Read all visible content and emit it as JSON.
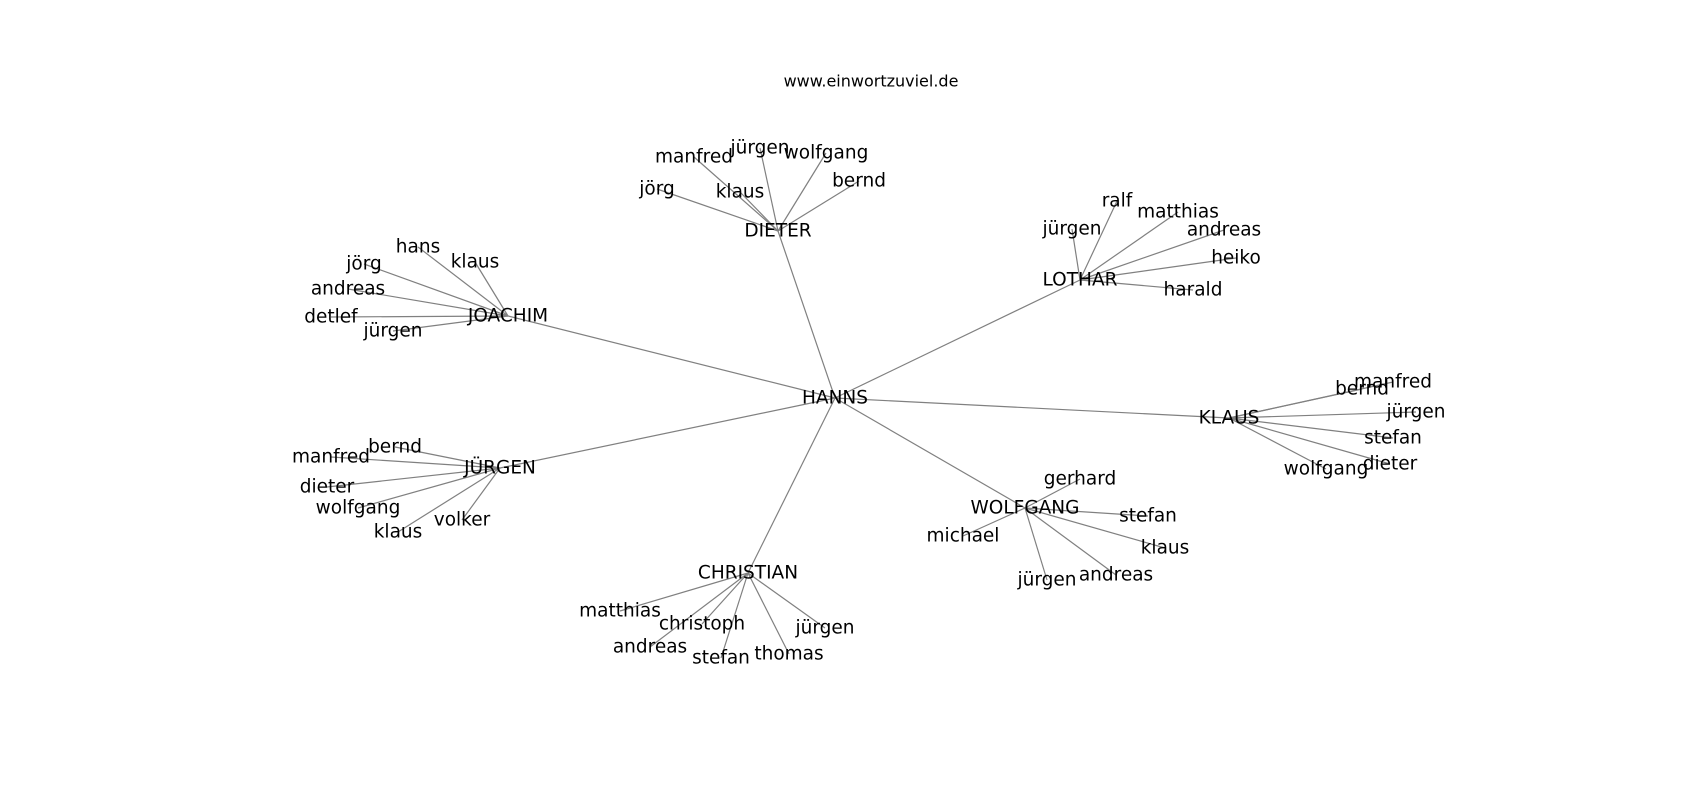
{
  "title": "www.einwortzuviel.de",
  "colors": {
    "edge": "#808080",
    "text": "#000000",
    "background": "#ffffff"
  },
  "root": "HANNS",
  "nodes": {
    "HANNS": "HANNS",
    "DIETER": "DIETER",
    "LOTHAR": "LOTHAR",
    "JOACHIM": "JOACHIM",
    "KLAUS": "KLAUS",
    "JUERGEN": "JÜRGEN",
    "WOLFGANG": "WOLFGANG",
    "CHRISTIAN": "CHRISTIAN",
    "dieter_manfred": "manfred",
    "dieter_juergen": "jürgen",
    "dieter_wolfgang": "wolfgang",
    "dieter_bernd": "bernd",
    "dieter_joerg": "jörg",
    "dieter_klaus": "klaus",
    "lothar_ralf": "ralf",
    "lothar_matthias": "matthias",
    "lothar_juergen": "jürgen",
    "lothar_andreas": "andreas",
    "lothar_heiko": "heiko",
    "lothar_harald": "harald",
    "joachim_hans": "hans",
    "joachim_joerg": "jörg",
    "joachim_klaus": "klaus",
    "joachim_andreas": "andreas",
    "joachim_detlef": "detlef",
    "joachim_juergen": "jürgen",
    "klaus_bernd": "bernd",
    "klaus_manfred": "manfred",
    "klaus_juergen": "jürgen",
    "klaus_stefan": "stefan",
    "klaus_wolfgang": "wolfgang",
    "klaus_dieter": "dieter",
    "juergen_bernd": "bernd",
    "juergen_manfred": "manfred",
    "juergen_dieter": "dieter",
    "juergen_wolfgang": "wolfgang",
    "juergen_klaus": "klaus",
    "juergen_volker": "volker",
    "wolfgang_gerhard": "gerhard",
    "wolfgang_stefan": "stefan",
    "wolfgang_michael": "michael",
    "wolfgang_klaus": "klaus",
    "wolfgang_andreas": "andreas",
    "wolfgang_juergen": "jürgen",
    "christian_matthias": "matthias",
    "christian_christoph": "christoph",
    "christian_juergen": "jürgen",
    "christian_andreas": "andreas",
    "christian_stefan": "stefan",
    "christian_thomas": "thomas"
  },
  "edges": [
    [
      "HANNS",
      "DIETER"
    ],
    [
      "HANNS",
      "LOTHAR"
    ],
    [
      "HANNS",
      "JOACHIM"
    ],
    [
      "HANNS",
      "KLAUS"
    ],
    [
      "HANNS",
      "JUERGEN"
    ],
    [
      "HANNS",
      "WOLFGANG"
    ],
    [
      "HANNS",
      "CHRISTIAN"
    ],
    [
      "DIETER",
      "dieter_manfred"
    ],
    [
      "DIETER",
      "dieter_juergen"
    ],
    [
      "DIETER",
      "dieter_wolfgang"
    ],
    [
      "DIETER",
      "dieter_bernd"
    ],
    [
      "DIETER",
      "dieter_joerg"
    ],
    [
      "DIETER",
      "dieter_klaus"
    ],
    [
      "LOTHAR",
      "lothar_ralf"
    ],
    [
      "LOTHAR",
      "lothar_matthias"
    ],
    [
      "LOTHAR",
      "lothar_juergen"
    ],
    [
      "LOTHAR",
      "lothar_andreas"
    ],
    [
      "LOTHAR",
      "lothar_heiko"
    ],
    [
      "LOTHAR",
      "lothar_harald"
    ],
    [
      "JOACHIM",
      "joachim_hans"
    ],
    [
      "JOACHIM",
      "joachim_joerg"
    ],
    [
      "JOACHIM",
      "joachim_klaus"
    ],
    [
      "JOACHIM",
      "joachim_andreas"
    ],
    [
      "JOACHIM",
      "joachim_detlef"
    ],
    [
      "JOACHIM",
      "joachim_juergen"
    ],
    [
      "KLAUS",
      "klaus_bernd"
    ],
    [
      "KLAUS",
      "klaus_manfred"
    ],
    [
      "KLAUS",
      "klaus_juergen"
    ],
    [
      "KLAUS",
      "klaus_stefan"
    ],
    [
      "KLAUS",
      "klaus_wolfgang"
    ],
    [
      "KLAUS",
      "klaus_dieter"
    ],
    [
      "JUERGEN",
      "juergen_bernd"
    ],
    [
      "JUERGEN",
      "juergen_manfred"
    ],
    [
      "JUERGEN",
      "juergen_dieter"
    ],
    [
      "JUERGEN",
      "juergen_wolfgang"
    ],
    [
      "JUERGEN",
      "juergen_klaus"
    ],
    [
      "JUERGEN",
      "juergen_volker"
    ],
    [
      "WOLFGANG",
      "wolfgang_gerhard"
    ],
    [
      "WOLFGANG",
      "wolfgang_stefan"
    ],
    [
      "WOLFGANG",
      "wolfgang_michael"
    ],
    [
      "WOLFGANG",
      "wolfgang_klaus"
    ],
    [
      "WOLFGANG",
      "wolfgang_andreas"
    ],
    [
      "WOLFGANG",
      "wolfgang_juergen"
    ],
    [
      "CHRISTIAN",
      "christian_matthias"
    ],
    [
      "CHRISTIAN",
      "christian_christoph"
    ],
    [
      "CHRISTIAN",
      "christian_juergen"
    ],
    [
      "CHRISTIAN",
      "christian_andreas"
    ],
    [
      "CHRISTIAN",
      "christian_stefan"
    ],
    [
      "CHRISTIAN",
      "christian_thomas"
    ]
  ]
}
